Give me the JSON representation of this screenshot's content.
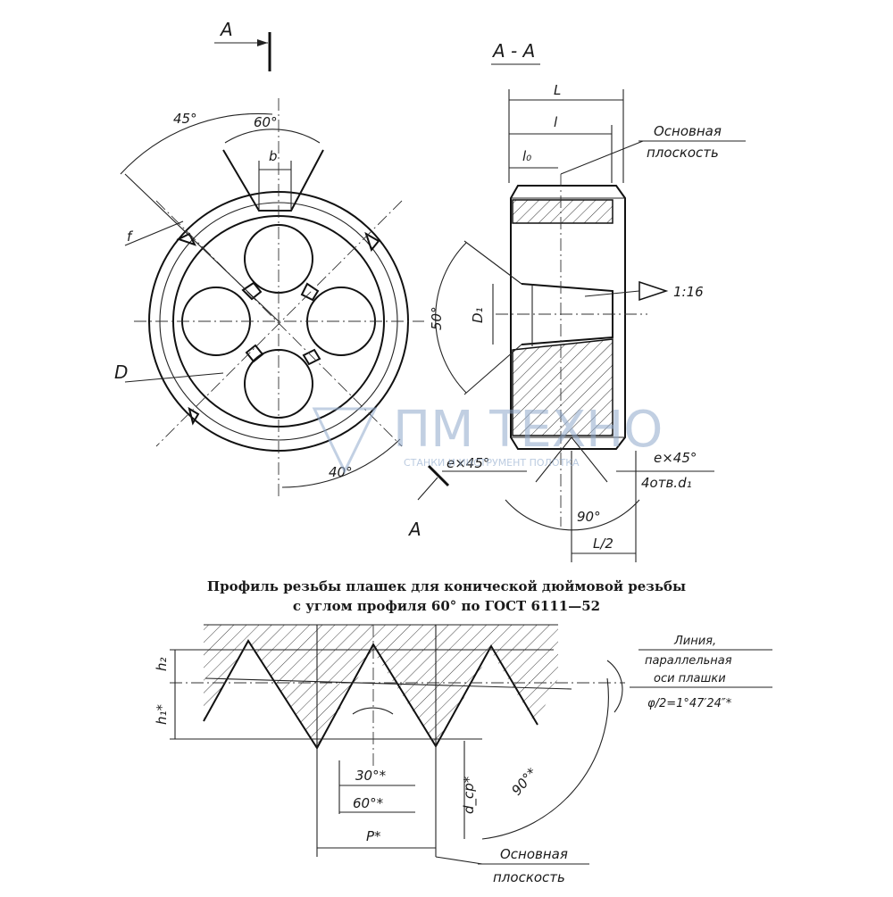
{
  "front_view": {
    "section_mark_top": "A",
    "section_mark_bottom": "A",
    "angle_45": "45°",
    "angle_60": "60°",
    "angle_40": "40°",
    "dim_b": "b",
    "dim_f": "f",
    "dim_D": "D"
  },
  "section_view": {
    "title": "A - A",
    "dim_L": "L",
    "dim_l": "l",
    "dim_l0": "l₀",
    "base_plane_label_1": "Основная",
    "base_plane_label_2": "плоскость",
    "taper": "1:16",
    "angle_50": "50°",
    "dim_D1": "D₁",
    "chamfer_left": "e×45°",
    "chamfer_right": "e×45°",
    "holes": "4отв.d₁",
    "angle_90": "90°",
    "dim_L2": "L/2"
  },
  "profile": {
    "title_line1": "Профиль резьбы плашек для конической дюймовой резьбы",
    "title_line2": "с углом профиля 60° по ГОСТ 6111—52",
    "dim_h2": "h₂",
    "dim_h1": "h₁*",
    "line_label_1": "Линия,",
    "line_label_2": "параллельная",
    "line_label_3": "оси плашки",
    "half_angle": "φ/2=1°47′24″*",
    "angle_30": "30°*",
    "angle_60": "60°*",
    "dim_dcp": "d_cp*",
    "angle_90": "90°*",
    "pitch": "P*",
    "base_plane_label_1": "Основная",
    "base_plane_label_2": "плоскость"
  },
  "watermark": {
    "brand": "ПМ ТЕХНО",
    "tagline": "СТАНКИ И ИНСТРУМЕНТ ПОЛОТКА"
  }
}
